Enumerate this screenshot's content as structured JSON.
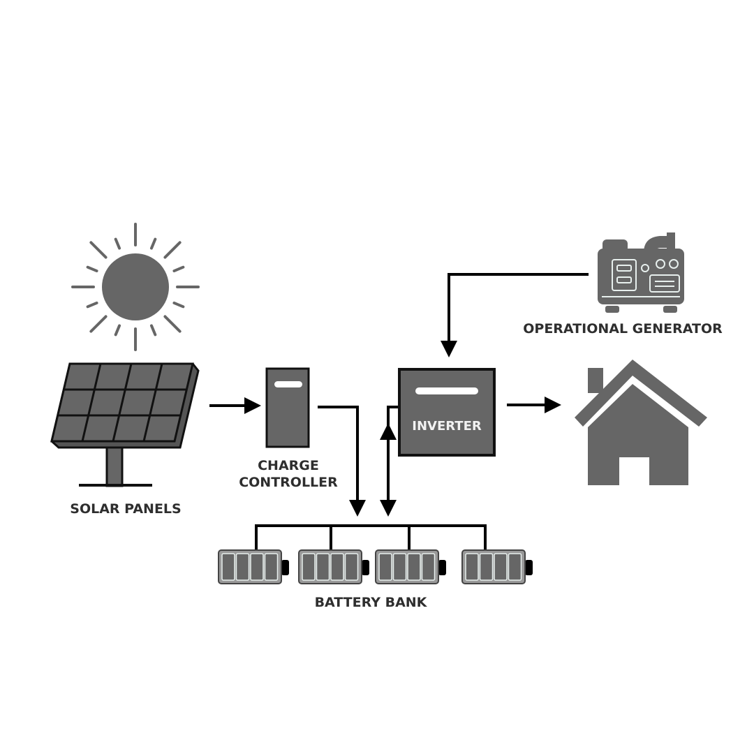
{
  "labels": {
    "solar_panels": "SOLAR PANELS",
    "charge_controller_line1": "CHARGE",
    "charge_controller_line2": "CONTROLLER",
    "inverter": "INVERTER",
    "generator": "OPERATIONAL GENERATOR",
    "battery_bank": "BATTERY BANK"
  },
  "colors": {
    "icon_gray": "#666666",
    "line": "#000000",
    "label": "#2e2e2e"
  }
}
